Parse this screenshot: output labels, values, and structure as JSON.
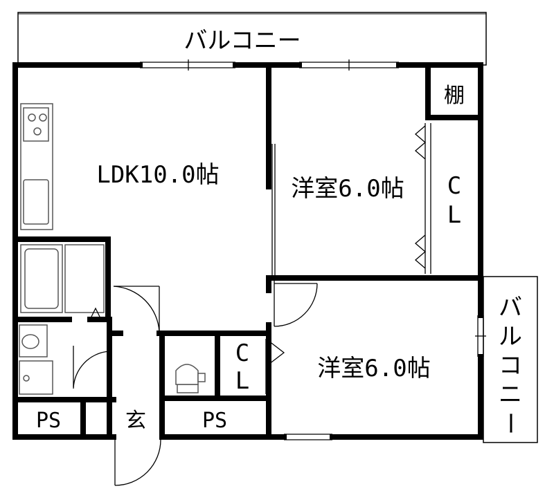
{
  "rooms": {
    "ldk": "LDK10.0帖",
    "bedroom1": "洋室6.0帖",
    "bedroom2": "洋室6.0帖",
    "closet1": [
      "C",
      "L"
    ],
    "closet2": [
      "C",
      "L"
    ],
    "shelf": "棚",
    "entrance": "玄",
    "ps_left": "PS",
    "ps_right": "PS",
    "balcony_top": "バルコニー",
    "balcony_right": [
      "バ",
      "ル",
      "コ",
      "ニ",
      "ー"
    ]
  }
}
